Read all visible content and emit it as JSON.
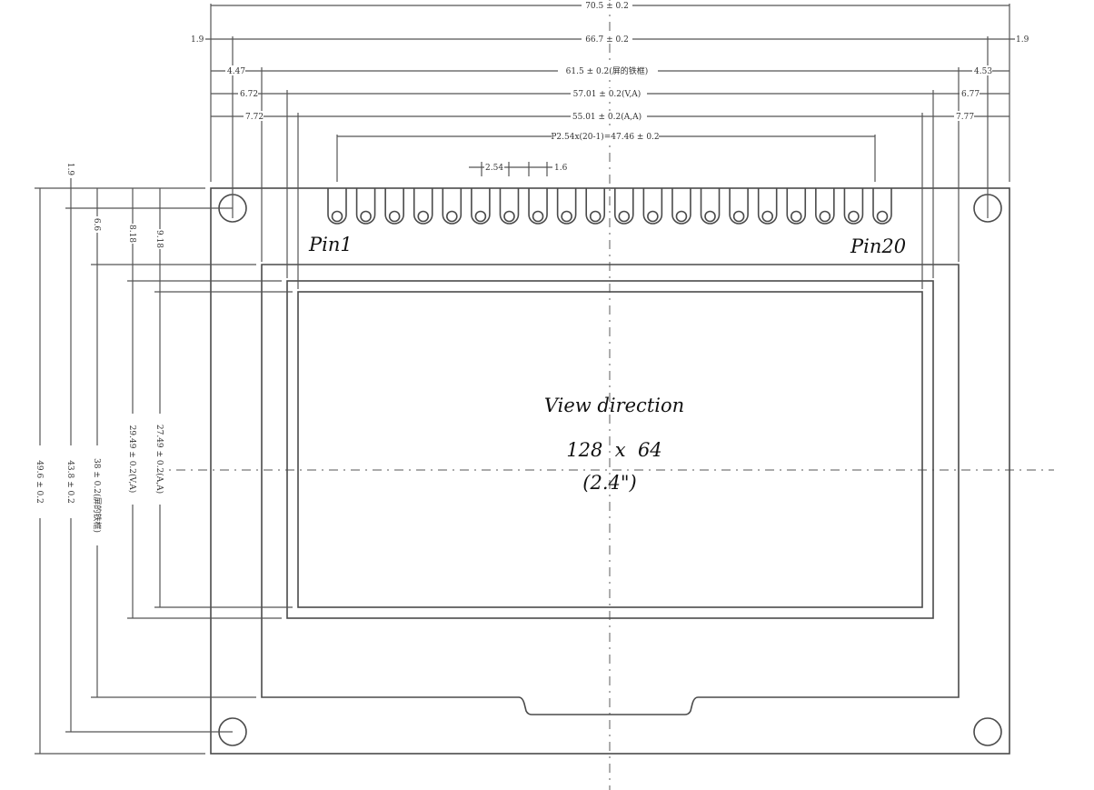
{
  "drawing": {
    "title": "2.4 inch OLED module outline drawing",
    "center_text": {
      "view_direction": "View direction",
      "resolution": "128  x  64",
      "size": "(2.4\")"
    },
    "pins": {
      "count": 20,
      "first_label": "Pin1",
      "last_label": "Pin20",
      "pitch_label": "2.54",
      "pad_width_label": "1.6",
      "span_label": "P2.54x(20-1)=47.46 ± 0.2"
    },
    "horizontal_dimensions": {
      "overall_width": "70.5 ± 0.2",
      "hole_spacing": "66.7 ± 0.2",
      "frame_width": "61.5 ± 0.2(屏的铁框)",
      "viewing_area": "57.01 ± 0.2(V,A)",
      "active_area": "55.01 ± 0.2(A,A)",
      "left_hole_offset": "1.9",
      "right_hole_offset": "1.9",
      "left_frame_offset": "4.47",
      "right_frame_offset": "4.53",
      "left_va_offset": "6.72",
      "right_va_offset": "6.77",
      "left_aa_offset": "7.72",
      "right_aa_offset": "7.77"
    },
    "vertical_dimensions": {
      "overall_height": "49.6 ± 0.2",
      "hole_spacing": "43.8 ± 0.2",
      "frame_height": "38 ± 0.2(屏的铁框)",
      "viewing_area": "29.49 ± 0.2(V,A)",
      "active_area": "27.49 ± 0.2(A,A)",
      "top_hole_offset": "1.9",
      "top_frame_offset": "6.6",
      "top_va_offset": "8.18",
      "top_aa_offset": "9.18"
    },
    "colors": {
      "line": "#4a4a4a",
      "background": "#ffffff",
      "text": "#111111"
    }
  }
}
